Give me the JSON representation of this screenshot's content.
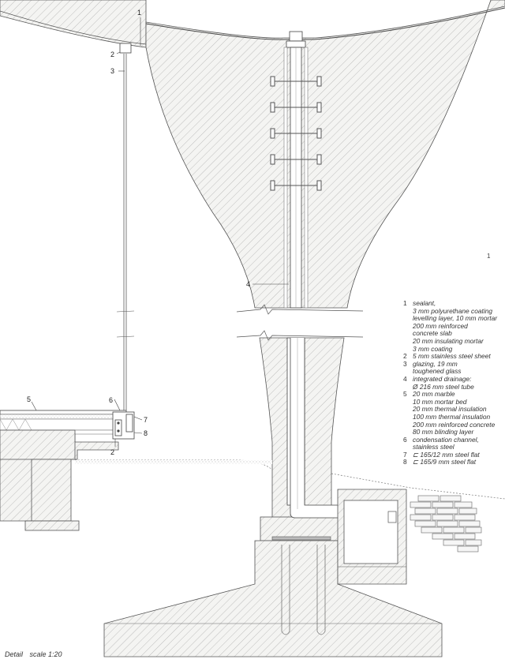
{
  "callouts": {
    "c1": "1",
    "c2_top": "2",
    "c3": "3",
    "c4": "4",
    "c5": "5",
    "c6": "6",
    "c7": "7",
    "c8": "8",
    "c2_bottom": "2"
  },
  "corner_mark": "1",
  "legend": [
    {
      "num": "1",
      "lines": [
        "sealant,",
        "3 mm polyurethane coating",
        "levelling layer, 10 mm mortar",
        "200 mm reinforced",
        "concrete slab",
        "20 mm insulating mortar",
        "3 mm coating"
      ]
    },
    {
      "num": "2",
      "lines": [
        "5 mm stainless steel sheet"
      ]
    },
    {
      "num": "3",
      "lines": [
        "glazing, 19 mm",
        "toughened glass"
      ]
    },
    {
      "num": "4",
      "lines": [
        "integrated drainage:",
        "Ø 216 mm steel tube"
      ]
    },
    {
      "num": "5",
      "lines": [
        "20 mm marble",
        "10 mm mortar bed",
        "20 mm thermal insulation",
        "100 mm thermal insulation",
        "200 mm reinforced concrete",
        "80 mm blinding layer"
      ]
    },
    {
      "num": "6",
      "lines": [
        "condensation channel,",
        "stainless steel"
      ]
    },
    {
      "num": "7",
      "lines": [
        "⊏ 165/12 mm steel flat"
      ]
    },
    {
      "num": "8",
      "lines": [
        "⊏ 165/9 mm steel flat"
      ]
    }
  ],
  "caption": {
    "label": "Detail",
    "scale": "scale 1:20"
  }
}
